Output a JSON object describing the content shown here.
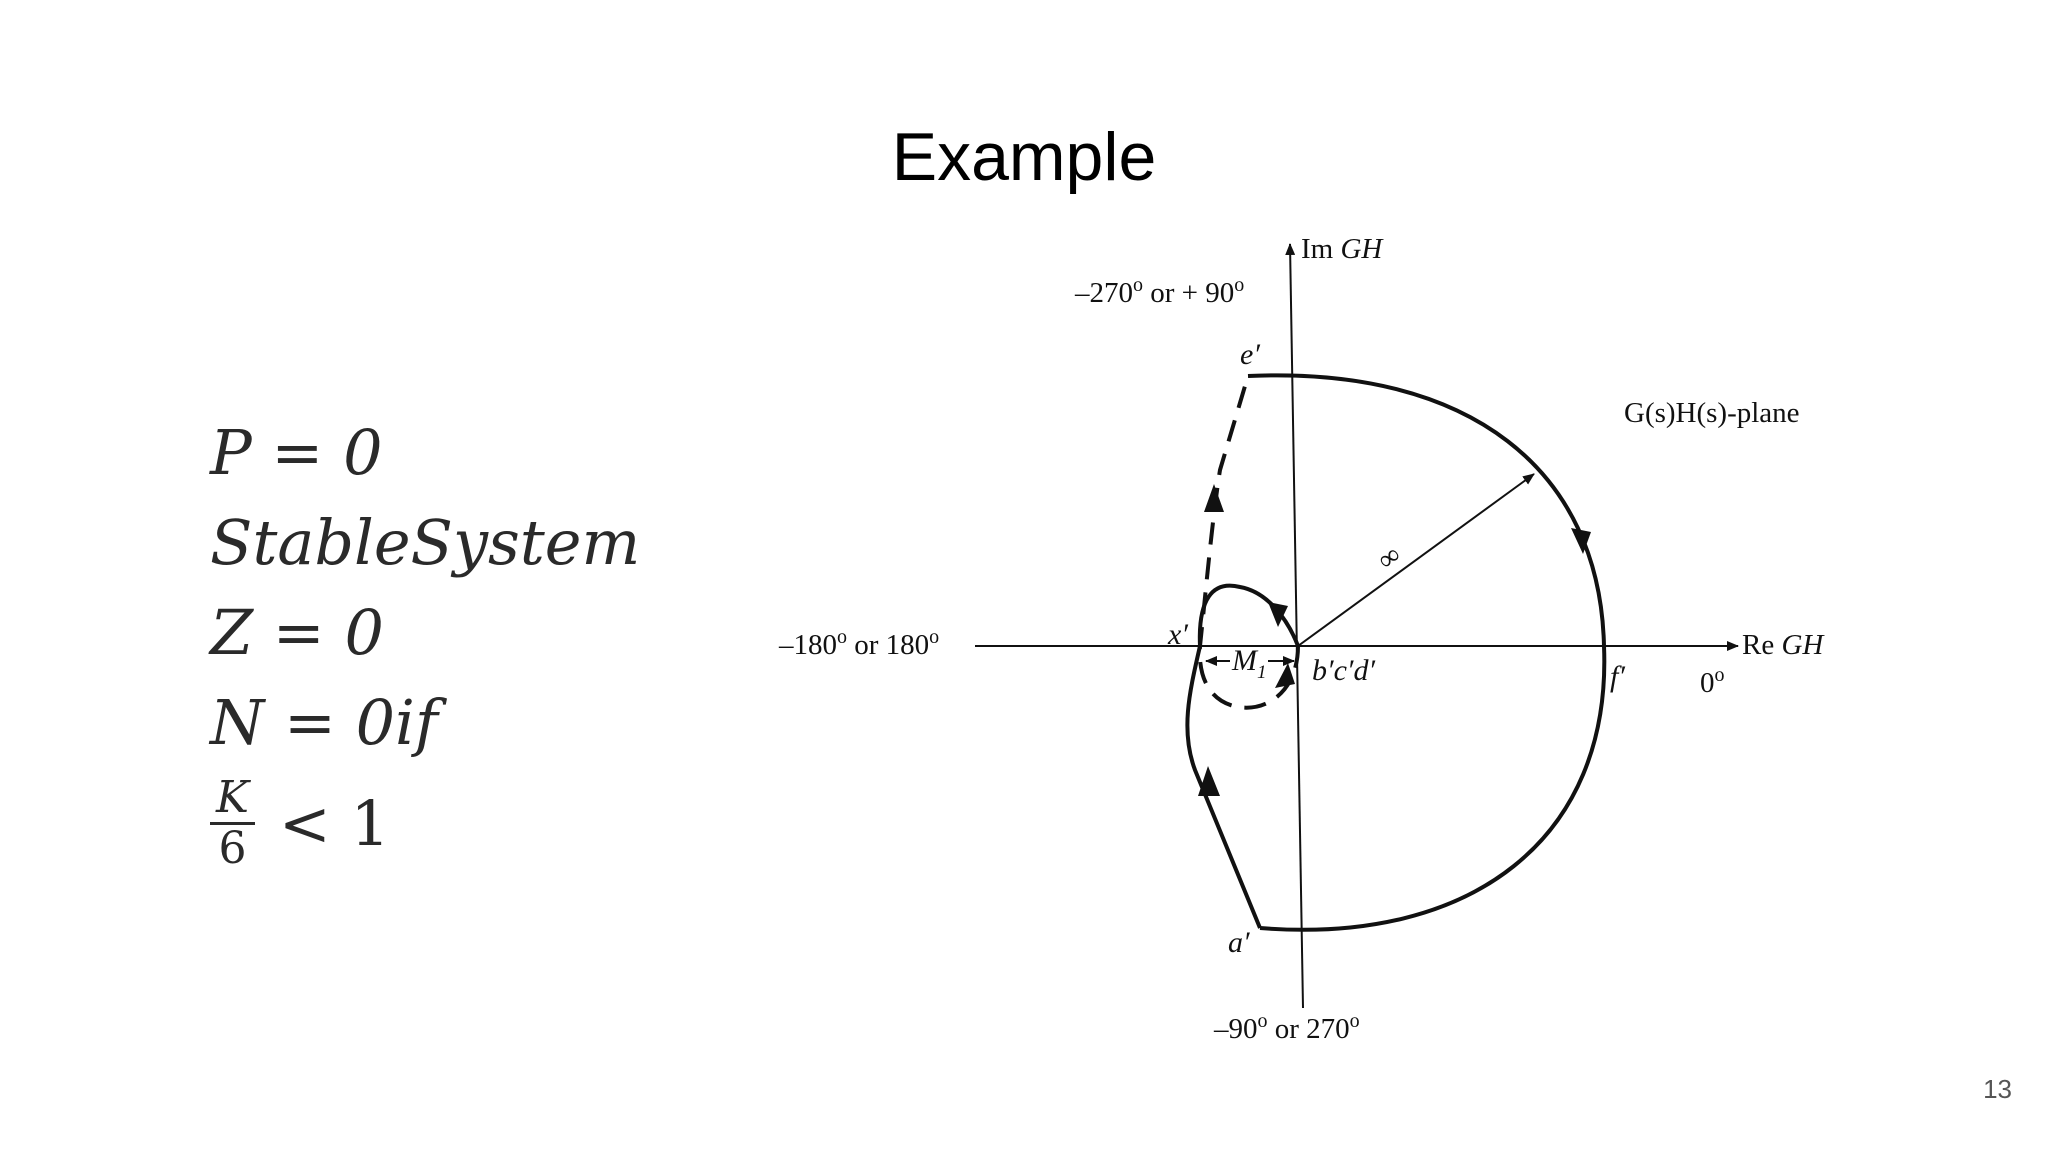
{
  "slide": {
    "title": "Example",
    "page_number": "13"
  },
  "equations": {
    "line1": "P = 0",
    "line2": "StableSystem",
    "line3": "Z = 0",
    "line4": "N = 0if",
    "fraction_numerator": "K",
    "fraction_denominator": "6",
    "fraction_relation": "< 1"
  },
  "diagram": {
    "im_axis_prefix": "Im ",
    "im_axis_var": "GH",
    "re_axis_prefix": "Re ",
    "re_axis_var": "GH",
    "top_angle_a": "–270",
    "top_angle_b": " or + 90",
    "bottom_angle_a": "–90",
    "bottom_angle_b": " or 270",
    "left_angle_a": "–180",
    "left_angle_b": " or 180",
    "right_angle": "0",
    "degree_symbol": "o",
    "plane_label": "G(s)H(s)-plane",
    "point_e": "e′",
    "point_a": "a′",
    "point_f": "f′",
    "point_x": "x′",
    "points_bcd": "b′c′d′",
    "m_label": "M",
    "m_subscript": "1",
    "radius_label": "∞"
  },
  "colors": {
    "curve": "#111111",
    "equation_text": "#2a2a2a",
    "page_number": "#555555"
  }
}
